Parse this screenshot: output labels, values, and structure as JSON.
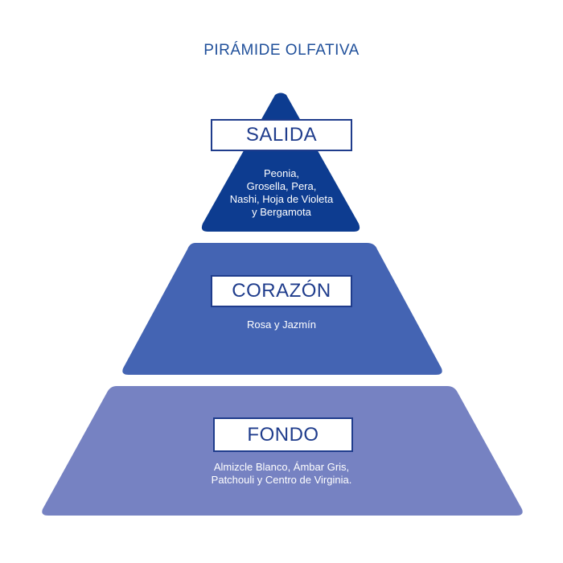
{
  "title": "PIRÁMIDE OLFATIVA",
  "colors": {
    "top": "#0d3c90",
    "middle": "#4464b3",
    "bottom": "#7682c2",
    "label_text": "#1f3c8c",
    "title_text": "#1f4f9a"
  },
  "tiers": [
    {
      "label": "SALIDA",
      "notes": [
        "Peonia,",
        "Grosella, Pera,",
        "Nashi, Hoja de Violeta",
        "y Bergamota"
      ]
    },
    {
      "label": "CORAZÓN",
      "notes": [
        "Rosa y Jazmín"
      ]
    },
    {
      "label": "FONDO",
      "notes": [
        "Almizcle Blanco, Ámbar Gris,",
        "Patchouli y Centro de Virginia."
      ]
    }
  ]
}
